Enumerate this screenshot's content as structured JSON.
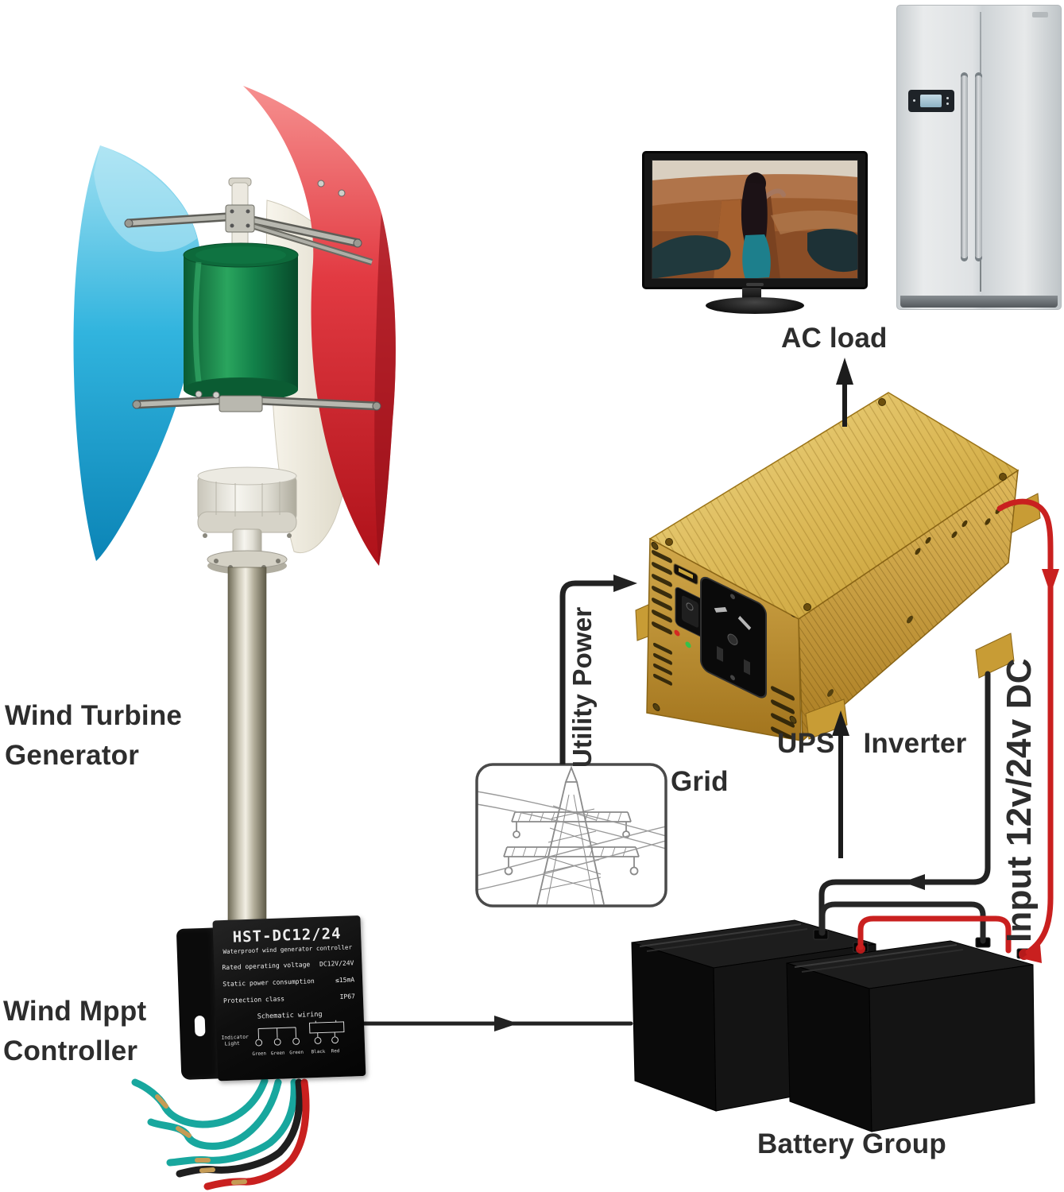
{
  "labels": {
    "turbine_line1": "Wind Turbine",
    "turbine_line2": "Generator",
    "mppt_line1": "Wind Mppt",
    "mppt_line2": "Controller",
    "ac_load": "AC load",
    "ups_inverter": "UPS Inverter",
    "utility_power": "Utility Power",
    "grid": "Grid",
    "input_dc": "Input 12v/24v DC",
    "battery_group": "Battery Group"
  },
  "controller": {
    "model": "HST-DC12/24",
    "subtitle": "Waterproof wind generator controller",
    "specs": [
      {
        "name": "Rated operating voltage",
        "value": "DC12V/24V"
      },
      {
        "name": "Static power consumption",
        "value": "≤15mA"
      },
      {
        "name": "Protection class",
        "value": "IP67"
      }
    ],
    "schematic_title": "Schematic wiring",
    "indicator_line1": "Indicator",
    "indicator_line2": "Light",
    "terminals": [
      "Green",
      "Green",
      "Green",
      "Black",
      "Red"
    ]
  },
  "colors": {
    "wire_red": "#c9201f",
    "wire_black": "#222222",
    "wire_green": "#18a79e",
    "inverter_gold": "#d8b152",
    "blade_blue": "#2fb3de",
    "blade_red": "#d42531",
    "generator_green": "#128049",
    "label_text": "#2d2d2d"
  }
}
